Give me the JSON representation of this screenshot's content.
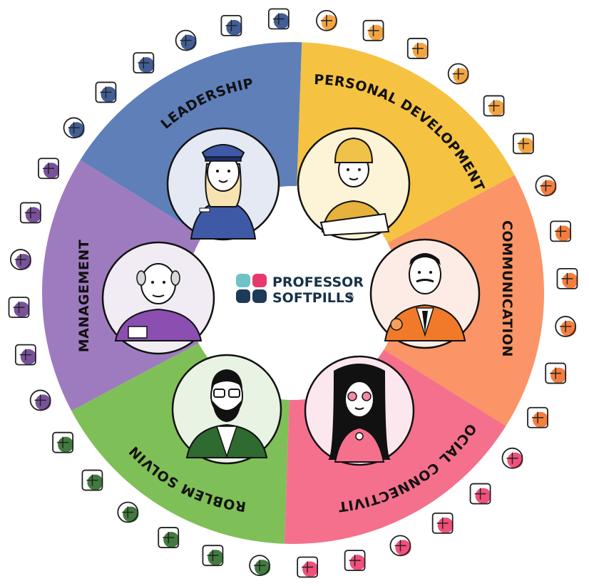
{
  "brand": {
    "line1": "PROFESSOR",
    "line2": "SOFTPILLS",
    "reg_mark": "®",
    "colors": [
      "#6ec3c7",
      "#e8396e",
      "#1d3a57"
    ]
  },
  "segments": [
    {
      "id": "leadership",
      "label": "LEADERSHIP",
      "color": "#5f7fb9",
      "portrait": "police-officer",
      "icon_accent": "#2f4d8a"
    },
    {
      "id": "personal-development",
      "label": "PERSONAL DEVELOPMENT",
      "color": "#f5c242",
      "portrait": "soldier",
      "icon_accent": "#f29a2e"
    },
    {
      "id": "communication",
      "label": "COMMUNICATION",
      "color": "#fb9466",
      "portrait": "businessman",
      "icon_accent": "#f36f2a"
    },
    {
      "id": "social-connectivity",
      "label": "SOCIAL CONNECTIVITY",
      "color": "#f5708d",
      "portrait": "hippie-woman",
      "icon_accent": "#ee3d6b"
    },
    {
      "id": "problem-solving",
      "label": "PROBLEM SOLVING",
      "color": "#7fbf57",
      "portrait": "bearded-man",
      "icon_accent": "#2e6b2a"
    },
    {
      "id": "management",
      "label": "MANAGEMENT",
      "color": "#9e7bbf",
      "portrait": "elderly-man",
      "icon_accent": "#6a3f8f"
    }
  ],
  "outer_icons": [
    {
      "name": "compass-icon",
      "seg": 0
    },
    {
      "name": "ship-wheel-icon",
      "seg": 0
    },
    {
      "name": "anchor-icon",
      "seg": 0
    },
    {
      "name": "sailor-cap-icon",
      "seg": 0
    },
    {
      "name": "record-player-icon",
      "seg": 0
    },
    {
      "name": "bell-icon",
      "seg": 0
    },
    {
      "name": "dog-tag-icon",
      "seg": 1
    },
    {
      "name": "map-icon",
      "seg": 1
    },
    {
      "name": "rifle-icon",
      "seg": 1
    },
    {
      "name": "jacket-icon",
      "seg": 1
    },
    {
      "name": "helmet-icon",
      "seg": 1
    },
    {
      "name": "medal-icon",
      "seg": 1
    },
    {
      "name": "notepad-icon",
      "seg": 2
    },
    {
      "name": "award-badge-icon",
      "seg": 2
    },
    {
      "name": "microphone-icon",
      "seg": 2
    },
    {
      "name": "certificate-icon",
      "seg": 2
    },
    {
      "name": "phone-icon",
      "seg": 2
    },
    {
      "name": "scales-icon",
      "seg": 2
    },
    {
      "name": "glasses-icon",
      "seg": 3
    },
    {
      "name": "necklace-icon",
      "seg": 3
    },
    {
      "name": "headband-icon",
      "seg": 3
    },
    {
      "name": "bead-bracelet-icon",
      "seg": 3
    },
    {
      "name": "dreamcatcher-icon",
      "seg": 3
    },
    {
      "name": "peace-pendant-icon",
      "seg": 3
    },
    {
      "name": "oscilloscope-icon",
      "seg": 4
    },
    {
      "name": "transistor-icon",
      "seg": 4
    },
    {
      "name": "microchip-icon",
      "seg": 4
    },
    {
      "name": "computer-icon",
      "seg": 4
    },
    {
      "name": "gamepad-icon",
      "seg": 4
    },
    {
      "name": "smartphone-icon",
      "seg": 4
    },
    {
      "name": "floppy-disk-icon",
      "seg": 5
    },
    {
      "name": "calendar-icon",
      "seg": 5
    },
    {
      "name": "calculator-icon",
      "seg": 5
    },
    {
      "name": "id-card-icon",
      "seg": 5
    },
    {
      "name": "hardhat-icon",
      "seg": 5
    },
    {
      "name": "ruler-icon",
      "seg": 5
    }
  ]
}
